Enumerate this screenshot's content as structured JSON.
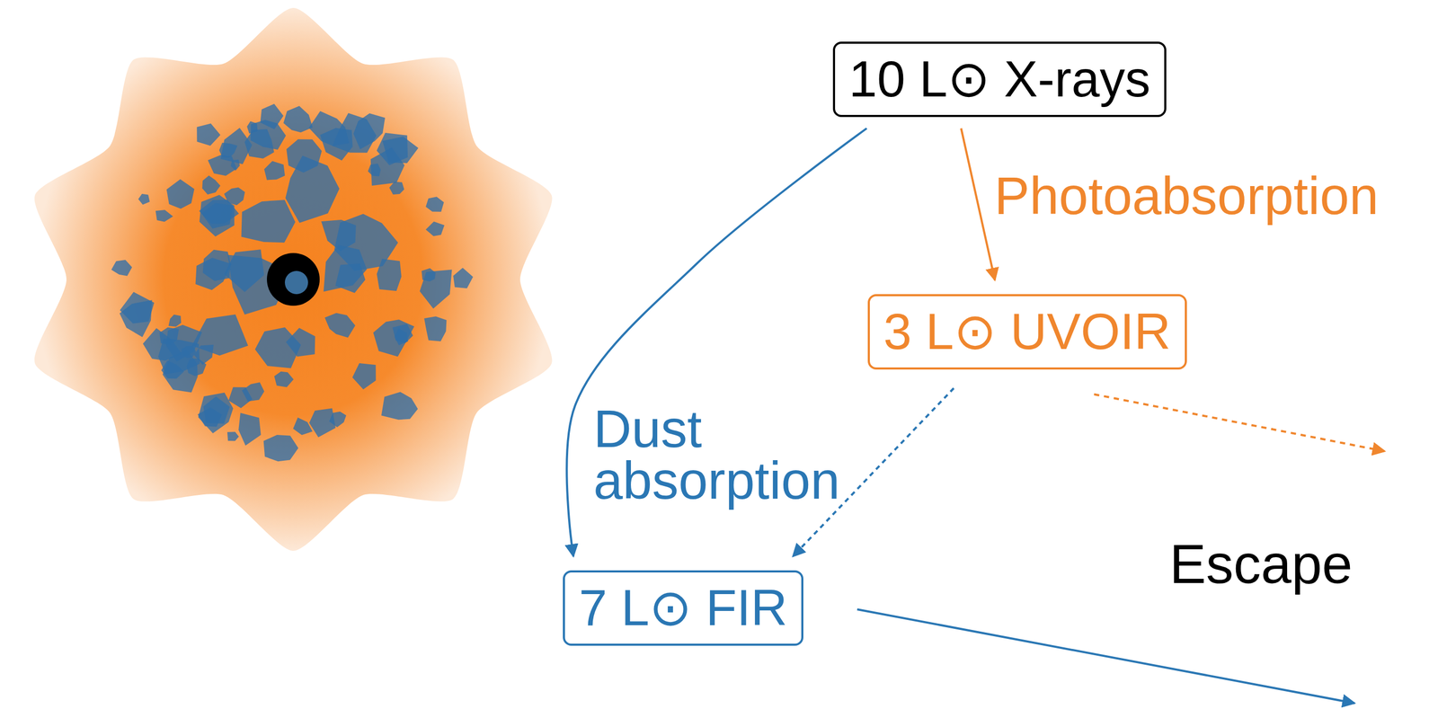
{
  "diagram": {
    "nodes": [
      {
        "text": [
          "10 L⊙ X-rays"
        ]
      },
      {
        "text": [
          "3 L⊙ UVOIR"
        ]
      },
      {
        "text": [
          "7 L⊙ FIR"
        ]
      }
    ],
    "edges": [
      {
        "from": 0,
        "to": 1,
        "arrow": "to",
        "label": "Photoabsorption"
      },
      {
        "from": 0,
        "to": 2,
        "arrow": "to",
        "label": "Dust absorption"
      },
      {
        "from": 1,
        "to": 2,
        "arrow": "to"
      }
    ],
    "labels": [
      "Escape"
    ]
  }
}
